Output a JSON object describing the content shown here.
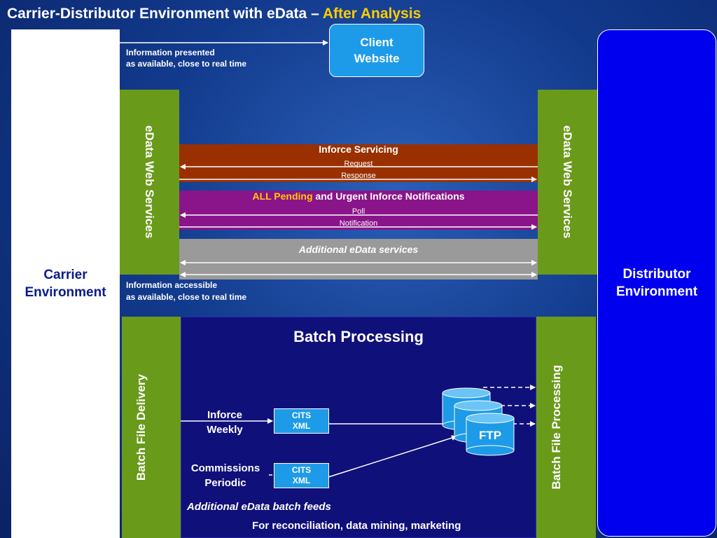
{
  "title": {
    "main": "Carrier-Distributor Environment with eData –",
    "highlight": "After Analysis"
  },
  "client_website": "Client Website",
  "info_presented": {
    "line1": "Information presented",
    "line2": "as available, close to real time"
  },
  "info_accessible": {
    "line1": "Information accessible",
    "line2": "as available, close to real time"
  },
  "carrier": {
    "label": "Carrier Environment"
  },
  "distributor": {
    "label": "Distributor Environment"
  },
  "edata_left": {
    "label": "eData Web Services"
  },
  "edata_right": {
    "label": "eData Web Services"
  },
  "inforce": {
    "title": "Inforce Servicing",
    "request": "Request",
    "response": "Response"
  },
  "pending": {
    "title_highlight": "ALL Pending",
    "title_rest": "and Urgent Inforce Notifications",
    "poll": "Poll",
    "notification": "Notification"
  },
  "additional_services": "Additional eData services",
  "batch": {
    "title": "Batch Processing",
    "left_label": "Batch File Delivery",
    "right_label": "Batch File Processing",
    "inforce_line1": "Inforce",
    "inforce_line2": "Weekly",
    "commissions_line1": "Commissions",
    "commissions_line2": "Periodic",
    "cits1": {
      "line1": "CITS",
      "line2": "XML"
    },
    "cits2": {
      "line1": "CITS",
      "line2": "XML"
    },
    "ftp": "FTP",
    "additional_feeds": "Additional eData batch feeds",
    "footer": "For reconciliation, data mining, marketing"
  },
  "colors": {
    "title_highlight": "#ffcc00",
    "green": "#6a9a1a",
    "inforce_bar": "#9a3000",
    "pending_bar": "#8a148a",
    "grey_bar": "#9a9a9a",
    "batch_bg": "#10107a",
    "distributor_bg": "#0000ee",
    "client_bg": "#1e9be8"
  }
}
